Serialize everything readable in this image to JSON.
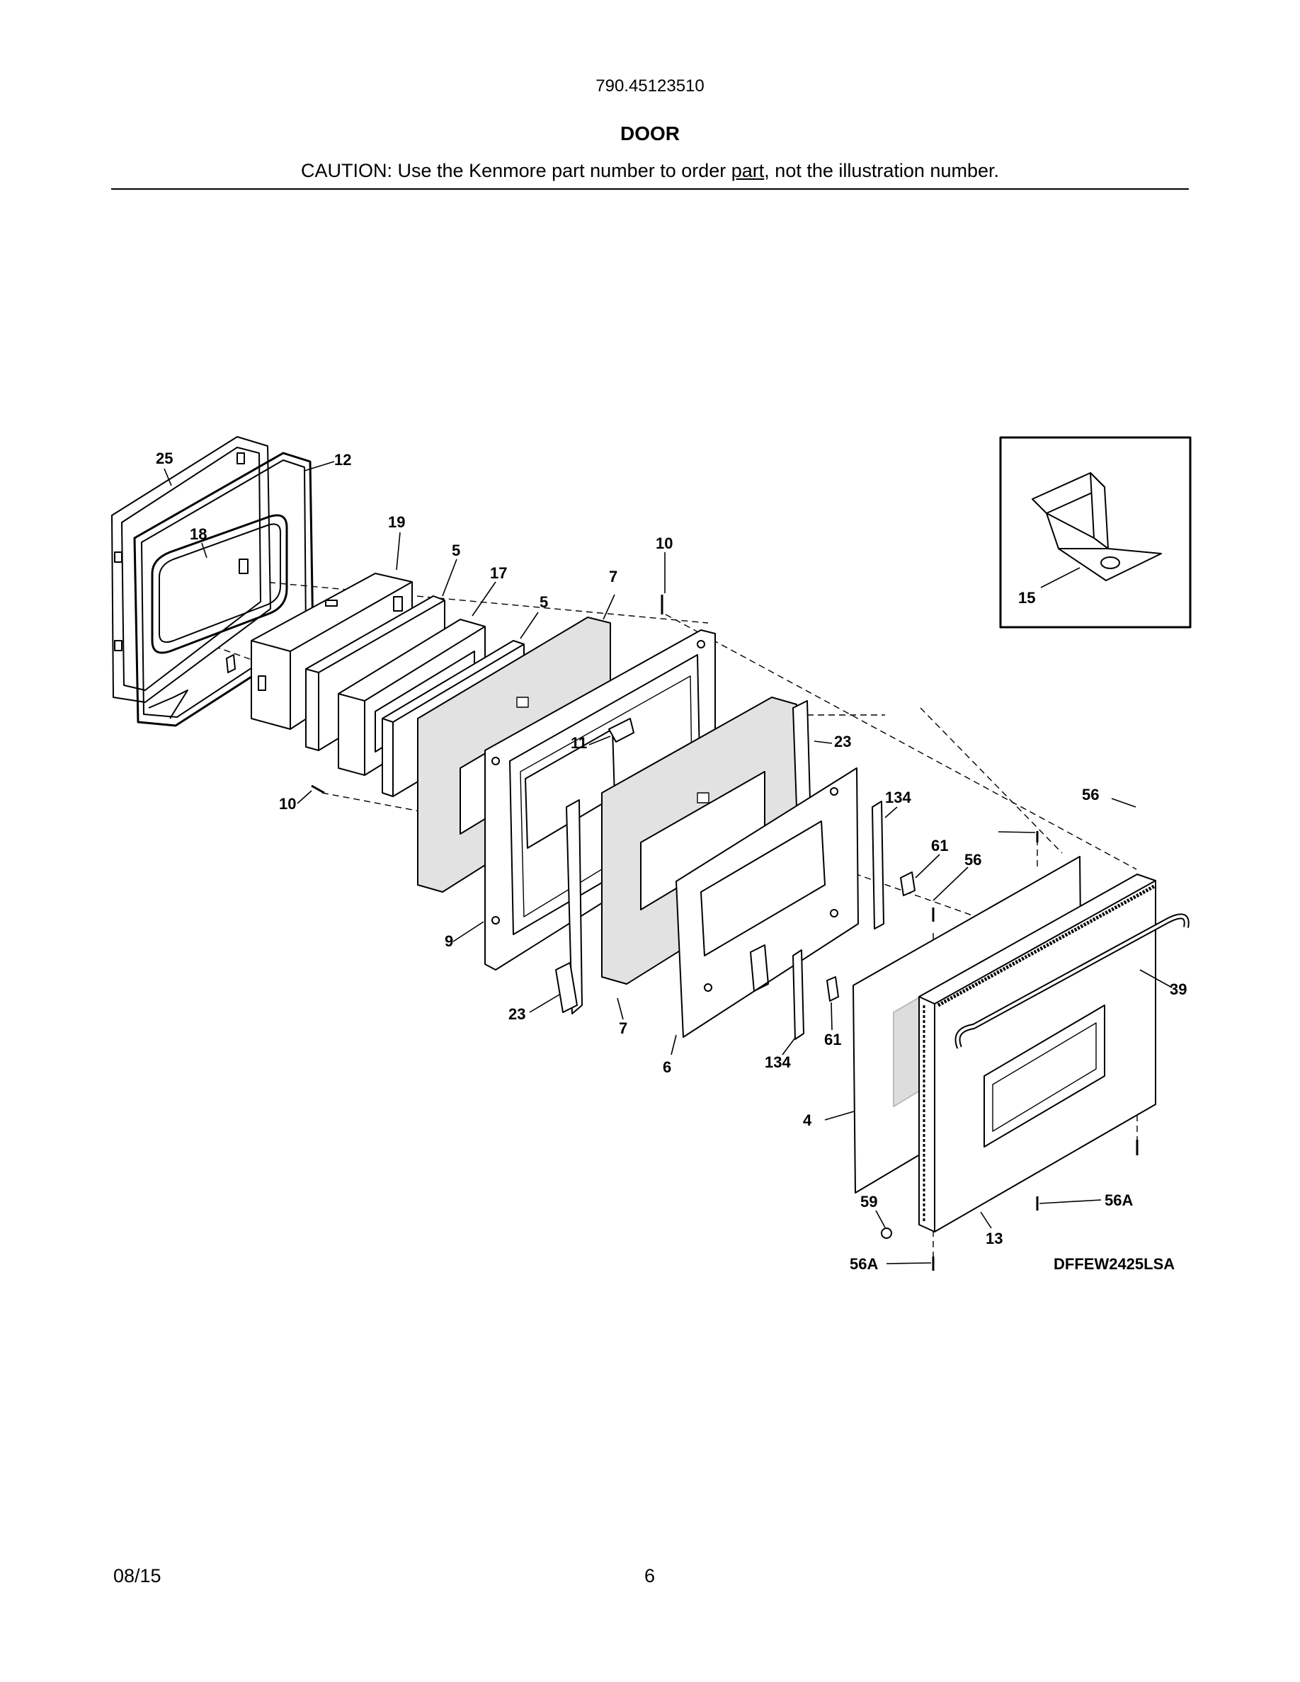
{
  "header": {
    "model_number": "790.45123510",
    "section_title": "DOOR",
    "caution_prefix": "CAUTION: Use the Kenmore part number to order ",
    "caution_link": "part",
    "caution_suffix": ", not the illustration number."
  },
  "diagram": {
    "model_code": "DFFEW2425LSA",
    "callouts": [
      "25",
      "12",
      "18",
      "19",
      "5",
      "17",
      "5",
      "7",
      "10",
      "11",
      "23",
      "10",
      "134",
      "61",
      "56",
      "56",
      "9",
      "23",
      "7",
      "6",
      "134",
      "61",
      "39",
      "4",
      "59",
      "13",
      "56A",
      "56A",
      "15"
    ]
  },
  "footer": {
    "date": "08/15",
    "page": "6"
  }
}
